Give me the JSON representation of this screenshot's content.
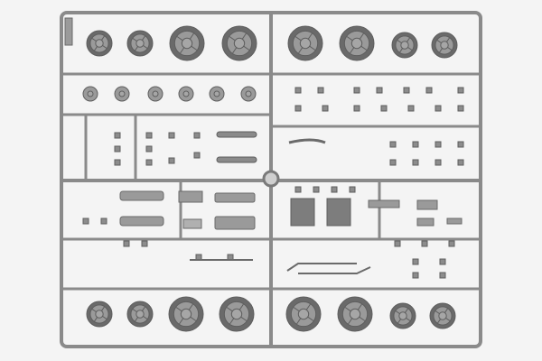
{
  "photo": {
    "subject": "plastic-model-kit-sprue",
    "colors": {
      "background": "#f4f4f4",
      "plastic": "#8c8c8c",
      "plastic_light": "#a6a6a6",
      "plastic_dark": "#5e5e5e",
      "part_fill": "#9a9a9a",
      "tire_dark": "#6a6a6a"
    },
    "tire_counts": {
      "top_row": 8,
      "bottom_row": 8
    },
    "hub_count": 6,
    "tab_labels": [],
    "marking_label": ""
  }
}
